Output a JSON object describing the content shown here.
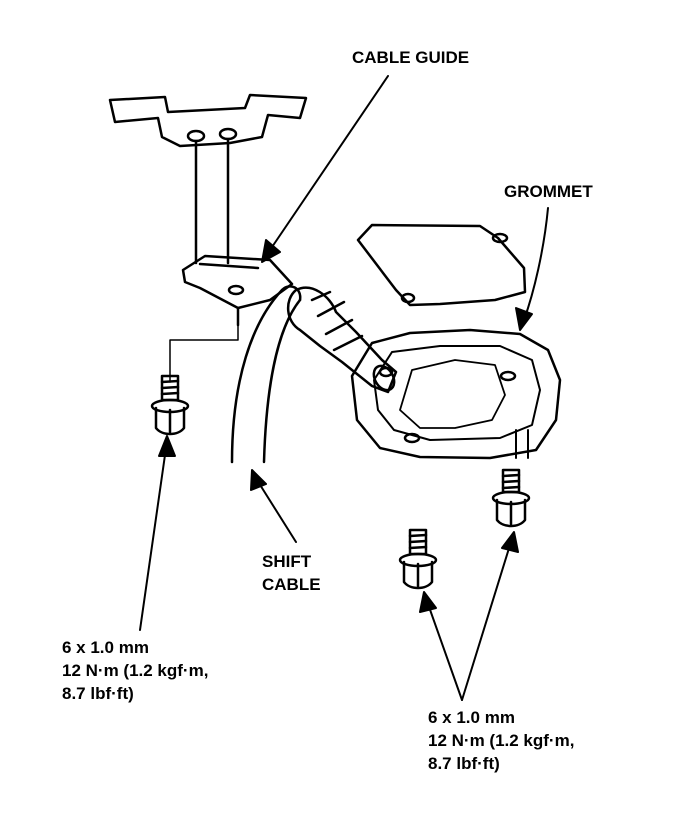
{
  "labels": {
    "cable_guide": "CABLE GUIDE",
    "grommet": "GROMMET",
    "shift_cable": [
      "SHIFT",
      "CABLE"
    ],
    "left_bolt_spec": [
      "6 x 1.0 mm",
      "12 N·m (1.2 kgf·m,",
      "8.7 lbf·ft)"
    ],
    "right_bolt_spec": [
      "6 x 1.0 mm",
      "12 N·m (1.2 kgf·m,",
      "8.7 lbf·ft)"
    ]
  },
  "colors": {
    "ink": "#000000",
    "paper": "#ffffff"
  }
}
